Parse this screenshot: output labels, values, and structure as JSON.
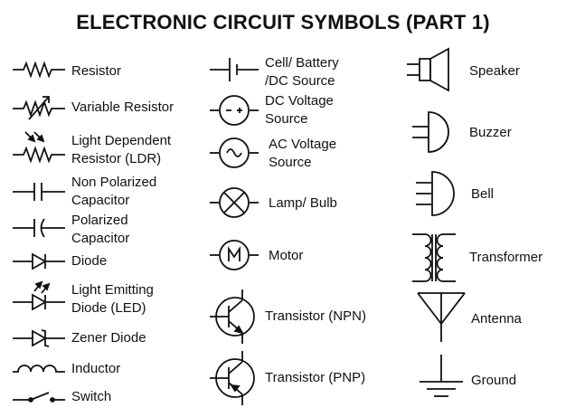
{
  "title": "ELECTRONIC CIRCUIT SYMBOLS (PART 1)",
  "stroke_color": "#111111",
  "columns": [
    {
      "items": [
        {
          "name": "resistor",
          "icon": "resistor-icon",
          "label": [
            "Resistor"
          ]
        },
        {
          "name": "variable-resistor",
          "icon": "variable-resistor-icon",
          "label": [
            "Variable Resistor"
          ]
        },
        {
          "name": "ldr",
          "icon": "ldr-icon",
          "label": [
            "Light Dependent",
            "Resistor (LDR)"
          ]
        },
        {
          "name": "non-polarized-capacitor",
          "icon": "non-polarized-capacitor-icon",
          "label": [
            "Non Polarized",
            "Capacitor"
          ]
        },
        {
          "name": "polarized-capacitor",
          "icon": "polarized-capacitor-icon",
          "label": [
            "Polarized",
            "Capacitor"
          ]
        },
        {
          "name": "diode",
          "icon": "diode-icon",
          "label": [
            "Diode"
          ]
        },
        {
          "name": "led",
          "icon": "led-icon",
          "label": [
            "Light Emitting",
            "Diode (LED)"
          ]
        },
        {
          "name": "zener-diode",
          "icon": "zener-diode-icon",
          "label": [
            "Zener Diode"
          ]
        },
        {
          "name": "inductor",
          "icon": "inductor-icon",
          "label": [
            "Inductor"
          ]
        },
        {
          "name": "switch",
          "icon": "switch-icon",
          "label": [
            "Switch"
          ]
        }
      ]
    },
    {
      "items": [
        {
          "name": "cell-battery",
          "icon": "cell-battery-icon",
          "label": [
            "Cell/ Battery",
            "/DC Source"
          ]
        },
        {
          "name": "dc-voltage-source",
          "icon": "dc-voltage-source-icon",
          "label": [
            "DC Voltage",
            "Source"
          ]
        },
        {
          "name": "ac-voltage-source",
          "icon": "ac-voltage-source-icon",
          "label": [
            "AC Voltage",
            "Source"
          ]
        },
        {
          "name": "lamp-bulb",
          "icon": "lamp-icon",
          "label": [
            "Lamp/ Bulb"
          ]
        },
        {
          "name": "motor",
          "icon": "motor-icon",
          "label": [
            "Motor"
          ]
        },
        {
          "name": "transistor-npn",
          "icon": "npn-transistor-icon",
          "label": [
            "Transistor (NPN)"
          ]
        },
        {
          "name": "transistor-pnp",
          "icon": "pnp-transistor-icon",
          "label": [
            "Transistor (PNP)"
          ]
        }
      ]
    },
    {
      "items": [
        {
          "name": "speaker",
          "icon": "speaker-icon",
          "label": [
            "Speaker"
          ]
        },
        {
          "name": "buzzer",
          "icon": "buzzer-icon",
          "label": [
            "Buzzer"
          ]
        },
        {
          "name": "bell",
          "icon": "bell-icon",
          "label": [
            "Bell"
          ]
        },
        {
          "name": "transformer",
          "icon": "transformer-icon",
          "label": [
            "Transformer"
          ]
        },
        {
          "name": "antenna",
          "icon": "antenna-icon",
          "label": [
            "Antenna"
          ]
        },
        {
          "name": "ground",
          "icon": "ground-icon",
          "label": [
            "Ground"
          ]
        }
      ]
    }
  ]
}
